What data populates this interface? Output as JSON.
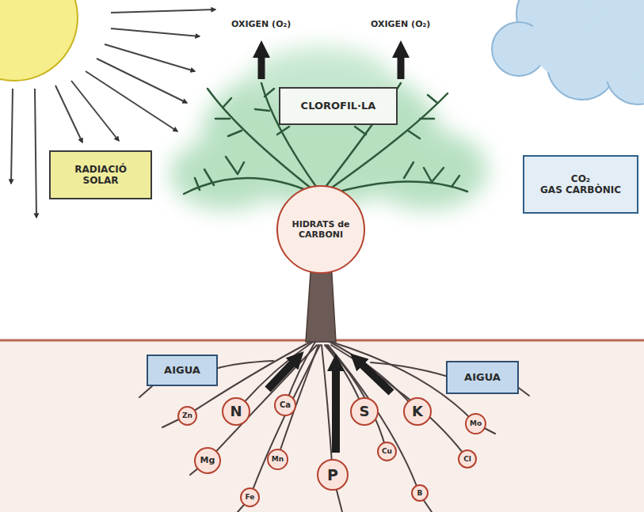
{
  "diagram": {
    "nodes": [
      {
        "text": [
          "CLOROFIL·LA"
        ]
      },
      {
        "text": [
          "RADIACIÓ SOLAR"
        ]
      },
      {
        "text": [
          "CO₂",
          "GAS CARBÒNIC"
        ]
      },
      {
        "text": [
          "HIDRATS de CARBONI"
        ]
      },
      {
        "text": [
          "AIGUA"
        ]
      },
      {
        "text": [
          "AIGUA"
        ]
      },
      {
        "text": [
          "Zn"
        ]
      },
      {
        "text": [
          "N"
        ]
      },
      {
        "text": [
          "Ca"
        ]
      },
      {
        "text": [
          "S"
        ]
      },
      {
        "text": [
          "K"
        ]
      },
      {
        "text": [
          "Mo"
        ]
      },
      {
        "text": [
          "Mg"
        ]
      },
      {
        "text": [
          "Mn"
        ]
      },
      {
        "text": [
          "P"
        ]
      },
      {
        "text": [
          "Cu"
        ]
      },
      {
        "text": [
          "Cl"
        ]
      },
      {
        "text": [
          "Fe"
        ]
      },
      {
        "text": [
          "B"
        ]
      }
    ],
    "labels": [
      "OXIGEN (O₂)",
      "OXIGEN (O₂)"
    ]
  }
}
